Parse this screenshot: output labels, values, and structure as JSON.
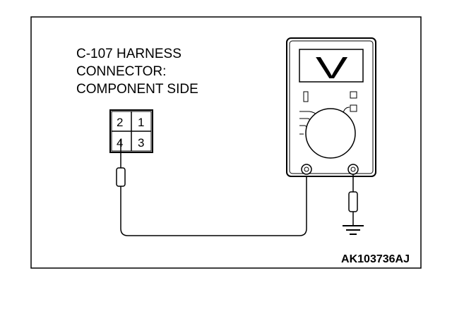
{
  "diagram": {
    "label_lines": [
      "C-107 HARNESS",
      "CONNECTOR:",
      "COMPONENT SIDE"
    ],
    "connector_pins": [
      "2",
      "1",
      "4",
      "3"
    ],
    "meter_display": "V",
    "reference_code": "AK103736AJ"
  },
  "colors": {
    "line": "#000000",
    "background": "#ffffff"
  }
}
